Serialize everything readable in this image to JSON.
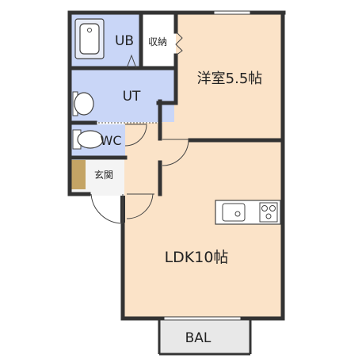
{
  "rooms": {
    "ub": "UB",
    "storage": "収納",
    "western": "洋室5.5帖",
    "ut": "UT",
    "wc": "WC",
    "entrance": "玄関",
    "ldk": "LDK10帖",
    "balcony": "BAL"
  },
  "colors": {
    "wet_area": "#c9d6f7",
    "living_floor": "#fbe3c8",
    "entrance_floor": "#c4a465",
    "balcony_floor": "#e8e8e8",
    "wall": "#333333"
  }
}
